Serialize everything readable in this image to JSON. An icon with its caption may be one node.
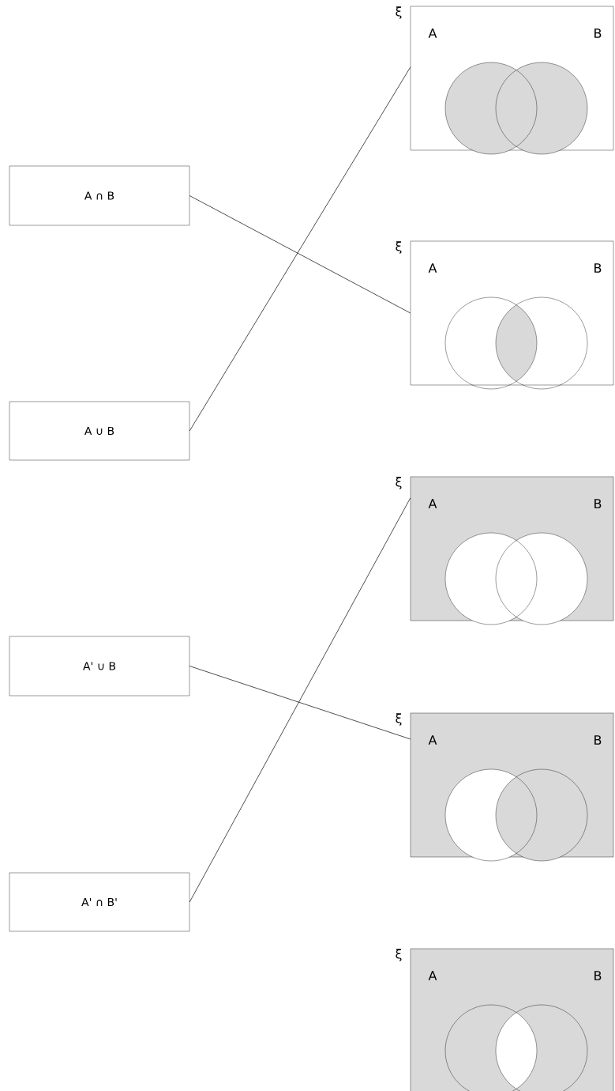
{
  "diagram": {
    "nodes": [
      {
        "text": [
          "A ∩ B"
        ]
      },
      {
        "text": [
          "A ∪ B"
        ]
      },
      {
        "text": [
          "A' ∪ B"
        ]
      },
      {
        "text": [
          "A' ∩ B'"
        ]
      },
      {
        "text": [
          "ξ",
          "A",
          "B"
        ]
      },
      {
        "text": [
          "ξ",
          "A",
          "B"
        ]
      },
      {
        "text": [
          "ξ",
          "A",
          "B"
        ]
      },
      {
        "text": [
          "ξ",
          "A",
          "B"
        ]
      },
      {
        "text": [
          "ξ",
          "A",
          "B"
        ]
      }
    ],
    "edges": [
      {
        "from": 0,
        "to": 5,
        "arrow": "none"
      },
      {
        "from": 1,
        "to": 4,
        "arrow": "none"
      },
      {
        "from": 2,
        "to": 7,
        "arrow": "none"
      },
      {
        "from": 3,
        "to": 6,
        "arrow": "none"
      }
    ]
  }
}
